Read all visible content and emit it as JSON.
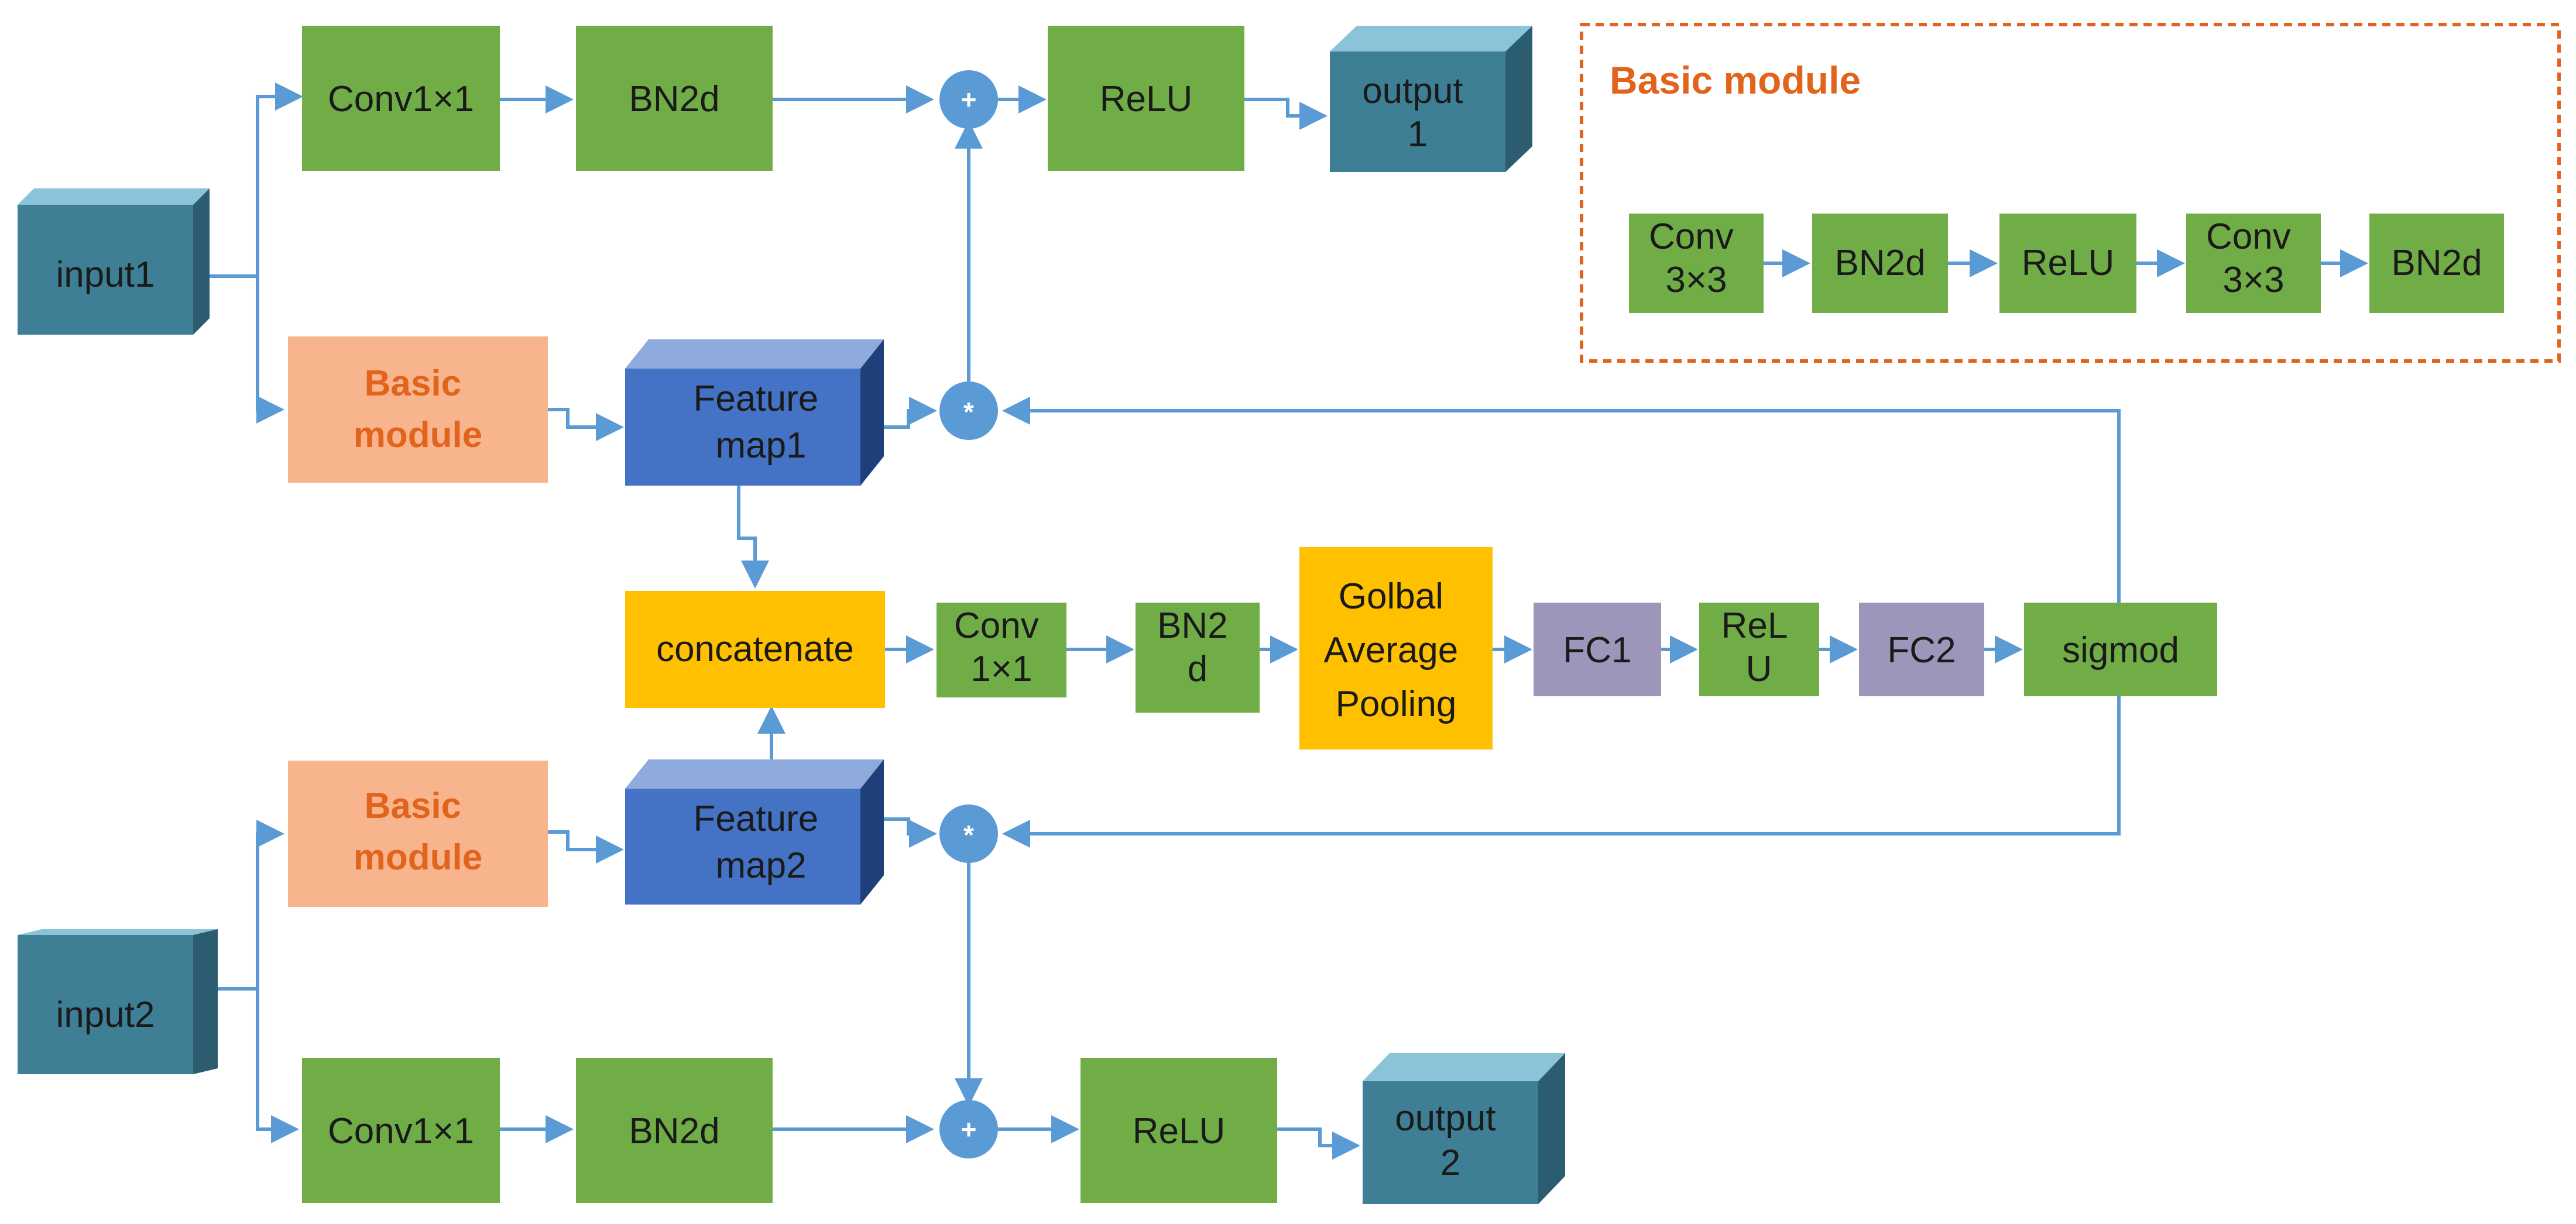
{
  "colors": {
    "green": "#70AD47",
    "orange": "#FFC000",
    "salmon": "#F8B48C",
    "purple": "#9E95BA",
    "teal": "#3F7F96",
    "blue": "#4472C4",
    "edge": "#5B9BD5",
    "accent_orange": "#E2641C"
  },
  "inputs": {
    "input1": "input1",
    "input2": "input2"
  },
  "outputs": {
    "output1": [
      "output",
      "1"
    ],
    "output2": [
      "output",
      "2"
    ]
  },
  "top_branch": {
    "conv": "Conv1×1",
    "bn": "BN2d",
    "relu": "ReLU"
  },
  "bottom_branch": {
    "conv": "Conv1×1",
    "bn": "BN2d",
    "relu": "ReLU"
  },
  "basic_module_block": [
    "Basic",
    "module"
  ],
  "feature_maps": {
    "map1": [
      "Feature",
      "map1"
    ],
    "map2": [
      "Feature",
      "map2"
    ]
  },
  "fusion": {
    "concatenate": "concatenate",
    "conv": [
      "Conv",
      "1×1"
    ],
    "bn": [
      "BN2",
      "d"
    ],
    "gap": [
      "Golbal",
      "Average",
      "Pooling"
    ],
    "fc1": "FC1",
    "relu": [
      "ReL",
      "U"
    ],
    "fc2": "FC2",
    "sigmoid": "sigmod"
  },
  "operators": {
    "add": "+",
    "multiply": "*"
  },
  "legend": {
    "title": "Basic module",
    "steps": [
      [
        "Conv",
        "3×3"
      ],
      [
        "BN2d"
      ],
      [
        "ReLU"
      ],
      [
        "Conv",
        "3×3"
      ],
      [
        "BN2d"
      ]
    ]
  }
}
